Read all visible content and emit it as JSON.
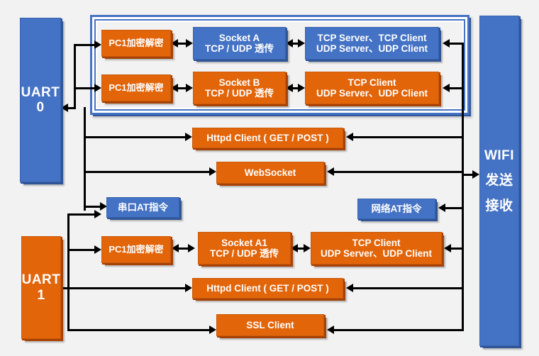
{
  "diagram": {
    "title": "UART / WIFI data path block diagram",
    "background_color": "#f2f2f2",
    "colors": {
      "blue": "#4472c4",
      "blue_shadow": "#2f5597",
      "orange": "#e2650a",
      "orange_shadow": "#a64205",
      "line": "#000000"
    }
  },
  "pillars": {
    "uart0": {
      "line1": "UART",
      "line2": "0",
      "color": "#4472c4"
    },
    "uart1": {
      "line1": "UART",
      "line2": "1",
      "color": "#e2650a"
    },
    "wifi": {
      "line1": "WIFI",
      "line2": "发送",
      "line3": "接收",
      "color": "#4472c4"
    }
  },
  "uart0_group": {
    "rows": [
      {
        "stage1": "PC1加密解密",
        "stage2": "Socket A\nTCP / UDP 透传",
        "stage3": "TCP Server、TCP Client\nUDP Server、UDP Client",
        "stage1_color": "#e2650a",
        "stage2_color": "#4472c4",
        "stage3_color": "#4472c4"
      },
      {
        "stage1": "PC1加密解密",
        "stage2": "Socket B\nTCP / UDP 透传",
        "stage3": "TCP Client\nUDP Server、UDP Client",
        "stage1_color": "#e2650a",
        "stage2_color": "#e2650a",
        "stage3_color": "#e2650a"
      }
    ]
  },
  "uart0_extras": [
    {
      "label": "Httpd Client ( GET / POST )",
      "color": "#e2650a"
    },
    {
      "label": "WebSocket",
      "color": "#e2650a"
    }
  ],
  "at_commands": {
    "serial": {
      "label": "串口AT指令",
      "color": "#4472c4"
    },
    "network": {
      "label": "网络AT指令",
      "color": "#4472c4"
    }
  },
  "uart1_group": {
    "row": {
      "stage1": "PC1加密解密",
      "stage2": "Socket A1\nTCP / UDP 透传",
      "stage3": "TCP Client\nUDP Server、UDP Client",
      "stage1_color": "#e2650a",
      "stage2_color": "#e2650a",
      "stage3_color": "#e2650a"
    },
    "extras": [
      {
        "label": "Httpd Client ( GET / POST )",
        "color": "#e2650a"
      },
      {
        "label": "SSL Client",
        "color": "#e2650a"
      }
    ]
  }
}
